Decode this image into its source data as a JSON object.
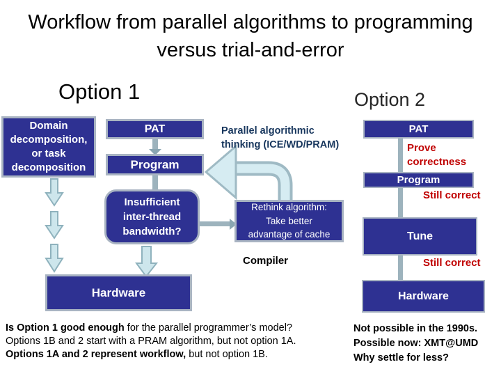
{
  "title": {
    "line1": "Workflow from parallel algorithms to programming",
    "line2": "versus trial-and-error"
  },
  "option1": {
    "heading": "Option 1",
    "domain_box": "Domain\ndecomposition,\nor task\ndecomposition",
    "pat_box": "PAT",
    "program_box": "Program",
    "insufficient_box": "Insufficient\ninter-thread\nbandwidth?",
    "hardware_box": "Hardware"
  },
  "middle": {
    "parallel_thinking": "Parallel algorithmic\nthinking (ICE/WD/PRAM)",
    "rethink_box": "Rethink algorithm:\nTake better\nadvantage of cache",
    "compiler_label": "Compiler"
  },
  "option2": {
    "heading": "Option 2",
    "pat_box": "PAT",
    "prove_correctness": "Prove\ncorrectness",
    "program_box": "Program",
    "still_correct_1": "Still correct",
    "tune_box": "Tune",
    "still_correct_2": "Still correct",
    "hardware_box": "Hardware"
  },
  "footer": {
    "left": {
      "line1_bold": "Is Option 1 good enough",
      "line1_rest": " for the parallel programmer’s model?",
      "line2": "Options 1B and 2 start with a PRAM algorithm, but not option 1A.",
      "line3_bold": "Options 1A and 2 represent workflow,",
      "line3_rest": " but not option 1B."
    },
    "right": {
      "line1": "Not possible in the 1990s.",
      "line2": "Possible now: XMT@UMD",
      "line3": "Why settle for less?"
    }
  },
  "colors": {
    "box_fill": "#2e3192",
    "box_border": "#a9b4c2",
    "connector": "#9db3bd",
    "arrow_fill": "#cde6ec",
    "arrow_stroke": "#8fb2bd",
    "red_text": "#c00000",
    "navy_text": "#17365d"
  }
}
